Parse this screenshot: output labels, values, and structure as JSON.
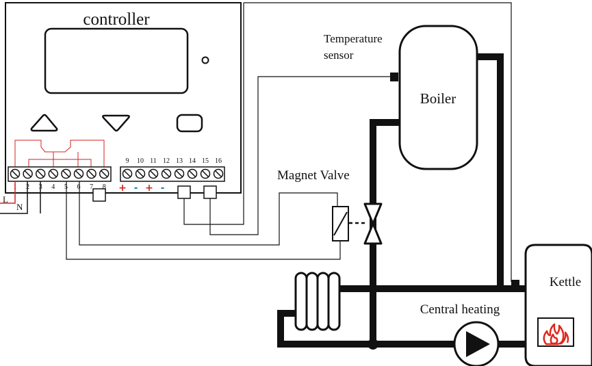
{
  "labels": {
    "controller": "controller",
    "temperature_sensor_line1": "Temperature",
    "temperature_sensor_line2": "sensor",
    "boiler": "Boiler",
    "magnet_valve": "Magnet Valve",
    "kettle": "Kettle",
    "central_heating": "Central heating",
    "line_live": "L",
    "line_neutral": "N"
  },
  "terminals_left": [
    "1",
    "2",
    "3",
    "4",
    "5",
    "6",
    "7",
    "8"
  ],
  "terminals_right": [
    "9",
    "10",
    "11",
    "12",
    "13",
    "14",
    "15",
    "16"
  ],
  "polarity_marks": [
    "+",
    "-",
    "+",
    "-"
  ],
  "colors": {
    "line": "#111111",
    "live_wire": "#d62020",
    "plus": "#d62020",
    "minus": "#1a7fbf",
    "flame": "#e0281c"
  },
  "icons": {
    "up_button": "triangle-up-icon",
    "down_button": "triangle-down-icon",
    "enter_button": "rounded-rect-icon",
    "pump": "pump-icon",
    "flame": "flame-icon",
    "radiator": "radiator-coil-icon",
    "valve": "bowtie-valve-icon",
    "solenoid": "solenoid-coil-icon"
  }
}
